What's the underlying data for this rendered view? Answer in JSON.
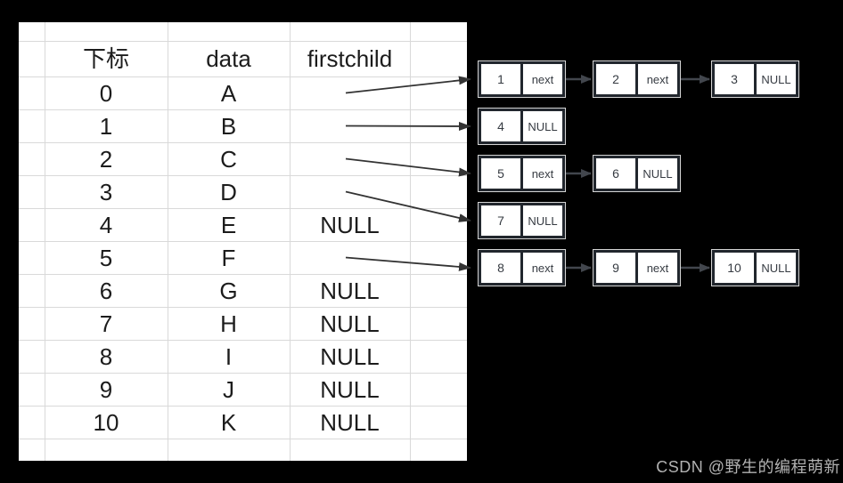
{
  "colors": {
    "background": "#000000",
    "sheet_bg": "#ffffff",
    "grid": "#d9d9d9",
    "table_text": "#1c1c1c",
    "node_frame": "#21262d",
    "node_border": "#d4d4d4",
    "node_cell_bg": "#ffffff",
    "node_text": "#363b42",
    "table_arrow": "#333333",
    "node_arrow": "#42464d",
    "watermark": "#b2b2b2"
  },
  "table": {
    "headers": {
      "index": "下标",
      "data": "data",
      "firstchild": "firstchild"
    },
    "rows": [
      {
        "index": "0",
        "data": "A",
        "firstchild": "",
        "points_to_list": 0
      },
      {
        "index": "1",
        "data": "B",
        "firstchild": "",
        "points_to_list": 1
      },
      {
        "index": "2",
        "data": "C",
        "firstchild": "",
        "points_to_list": 2
      },
      {
        "index": "3",
        "data": "D",
        "firstchild": "",
        "points_to_list": 3
      },
      {
        "index": "4",
        "data": "E",
        "firstchild": "NULL",
        "points_to_list": null
      },
      {
        "index": "5",
        "data": "F",
        "firstchild": "",
        "points_to_list": 4
      },
      {
        "index": "6",
        "data": "G",
        "firstchild": "NULL",
        "points_to_list": null
      },
      {
        "index": "7",
        "data": "H",
        "firstchild": "NULL",
        "points_to_list": null
      },
      {
        "index": "8",
        "data": "I",
        "firstchild": "NULL",
        "points_to_list": null
      },
      {
        "index": "9",
        "data": "J",
        "firstchild": "NULL",
        "points_to_list": null
      },
      {
        "index": "10",
        "data": "K",
        "firstchild": "NULL",
        "points_to_list": null
      }
    ]
  },
  "linked_lists": [
    {
      "nodes": [
        {
          "value": "1",
          "pointer": "next"
        },
        {
          "value": "2",
          "pointer": "next"
        },
        {
          "value": "3",
          "pointer": "NULL"
        }
      ]
    },
    {
      "nodes": [
        {
          "value": "4",
          "pointer": "NULL"
        }
      ]
    },
    {
      "nodes": [
        {
          "value": "5",
          "pointer": "next"
        },
        {
          "value": "6",
          "pointer": "NULL"
        }
      ]
    },
    {
      "nodes": [
        {
          "value": "7",
          "pointer": "NULL"
        }
      ]
    },
    {
      "nodes": [
        {
          "value": "8",
          "pointer": "next"
        },
        {
          "value": "9",
          "pointer": "next"
        },
        {
          "value": "10",
          "pointer": "NULL"
        }
      ]
    }
  ],
  "watermark": {
    "text": "CSDN @野生的编程萌新"
  }
}
